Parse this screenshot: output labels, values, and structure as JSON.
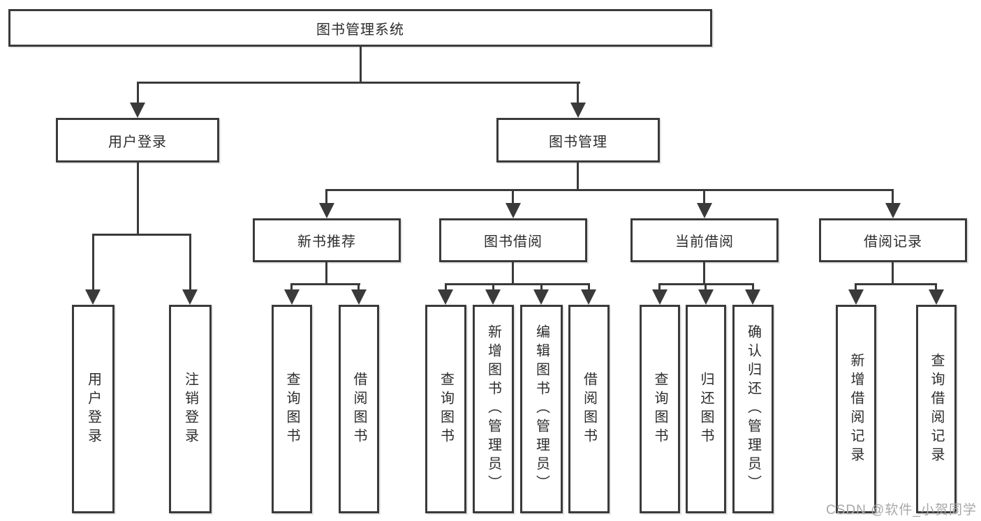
{
  "tree": {
    "root": {
      "label": "图书管理系统",
      "children": [
        {
          "label": "用户登录",
          "children": [
            {
              "label": "用户登录"
            },
            {
              "label": "注销登录"
            }
          ]
        },
        {
          "label": "图书管理",
          "children": [
            {
              "label": "新书推荐",
              "children": [
                {
                  "label": "查询图书"
                },
                {
                  "label": "借阅图书"
                }
              ]
            },
            {
              "label": "图书借阅",
              "children": [
                {
                  "label": "查询图书"
                },
                {
                  "label": "新增图书（管理员）"
                },
                {
                  "label": "编辑图书（管理员）"
                },
                {
                  "label": "借阅图书"
                }
              ]
            },
            {
              "label": "当前借阅",
              "children": [
                {
                  "label": "查询图书"
                },
                {
                  "label": "归还图书"
                },
                {
                  "label": "确认归还（管理员）"
                }
              ]
            },
            {
              "label": "借阅记录",
              "children": [
                {
                  "label": "新增借阅记录"
                },
                {
                  "label": "查询借阅记录"
                }
              ]
            }
          ]
        }
      ]
    }
  },
  "watermark": {
    "text": "CSDN @软件_小贺同学"
  },
  "colors": {
    "line": "#3a3a3a",
    "box_border": "#3a3a3a",
    "text": "#2d2d2d",
    "background": "#ffffff",
    "watermark": "#a8a8a8"
  }
}
